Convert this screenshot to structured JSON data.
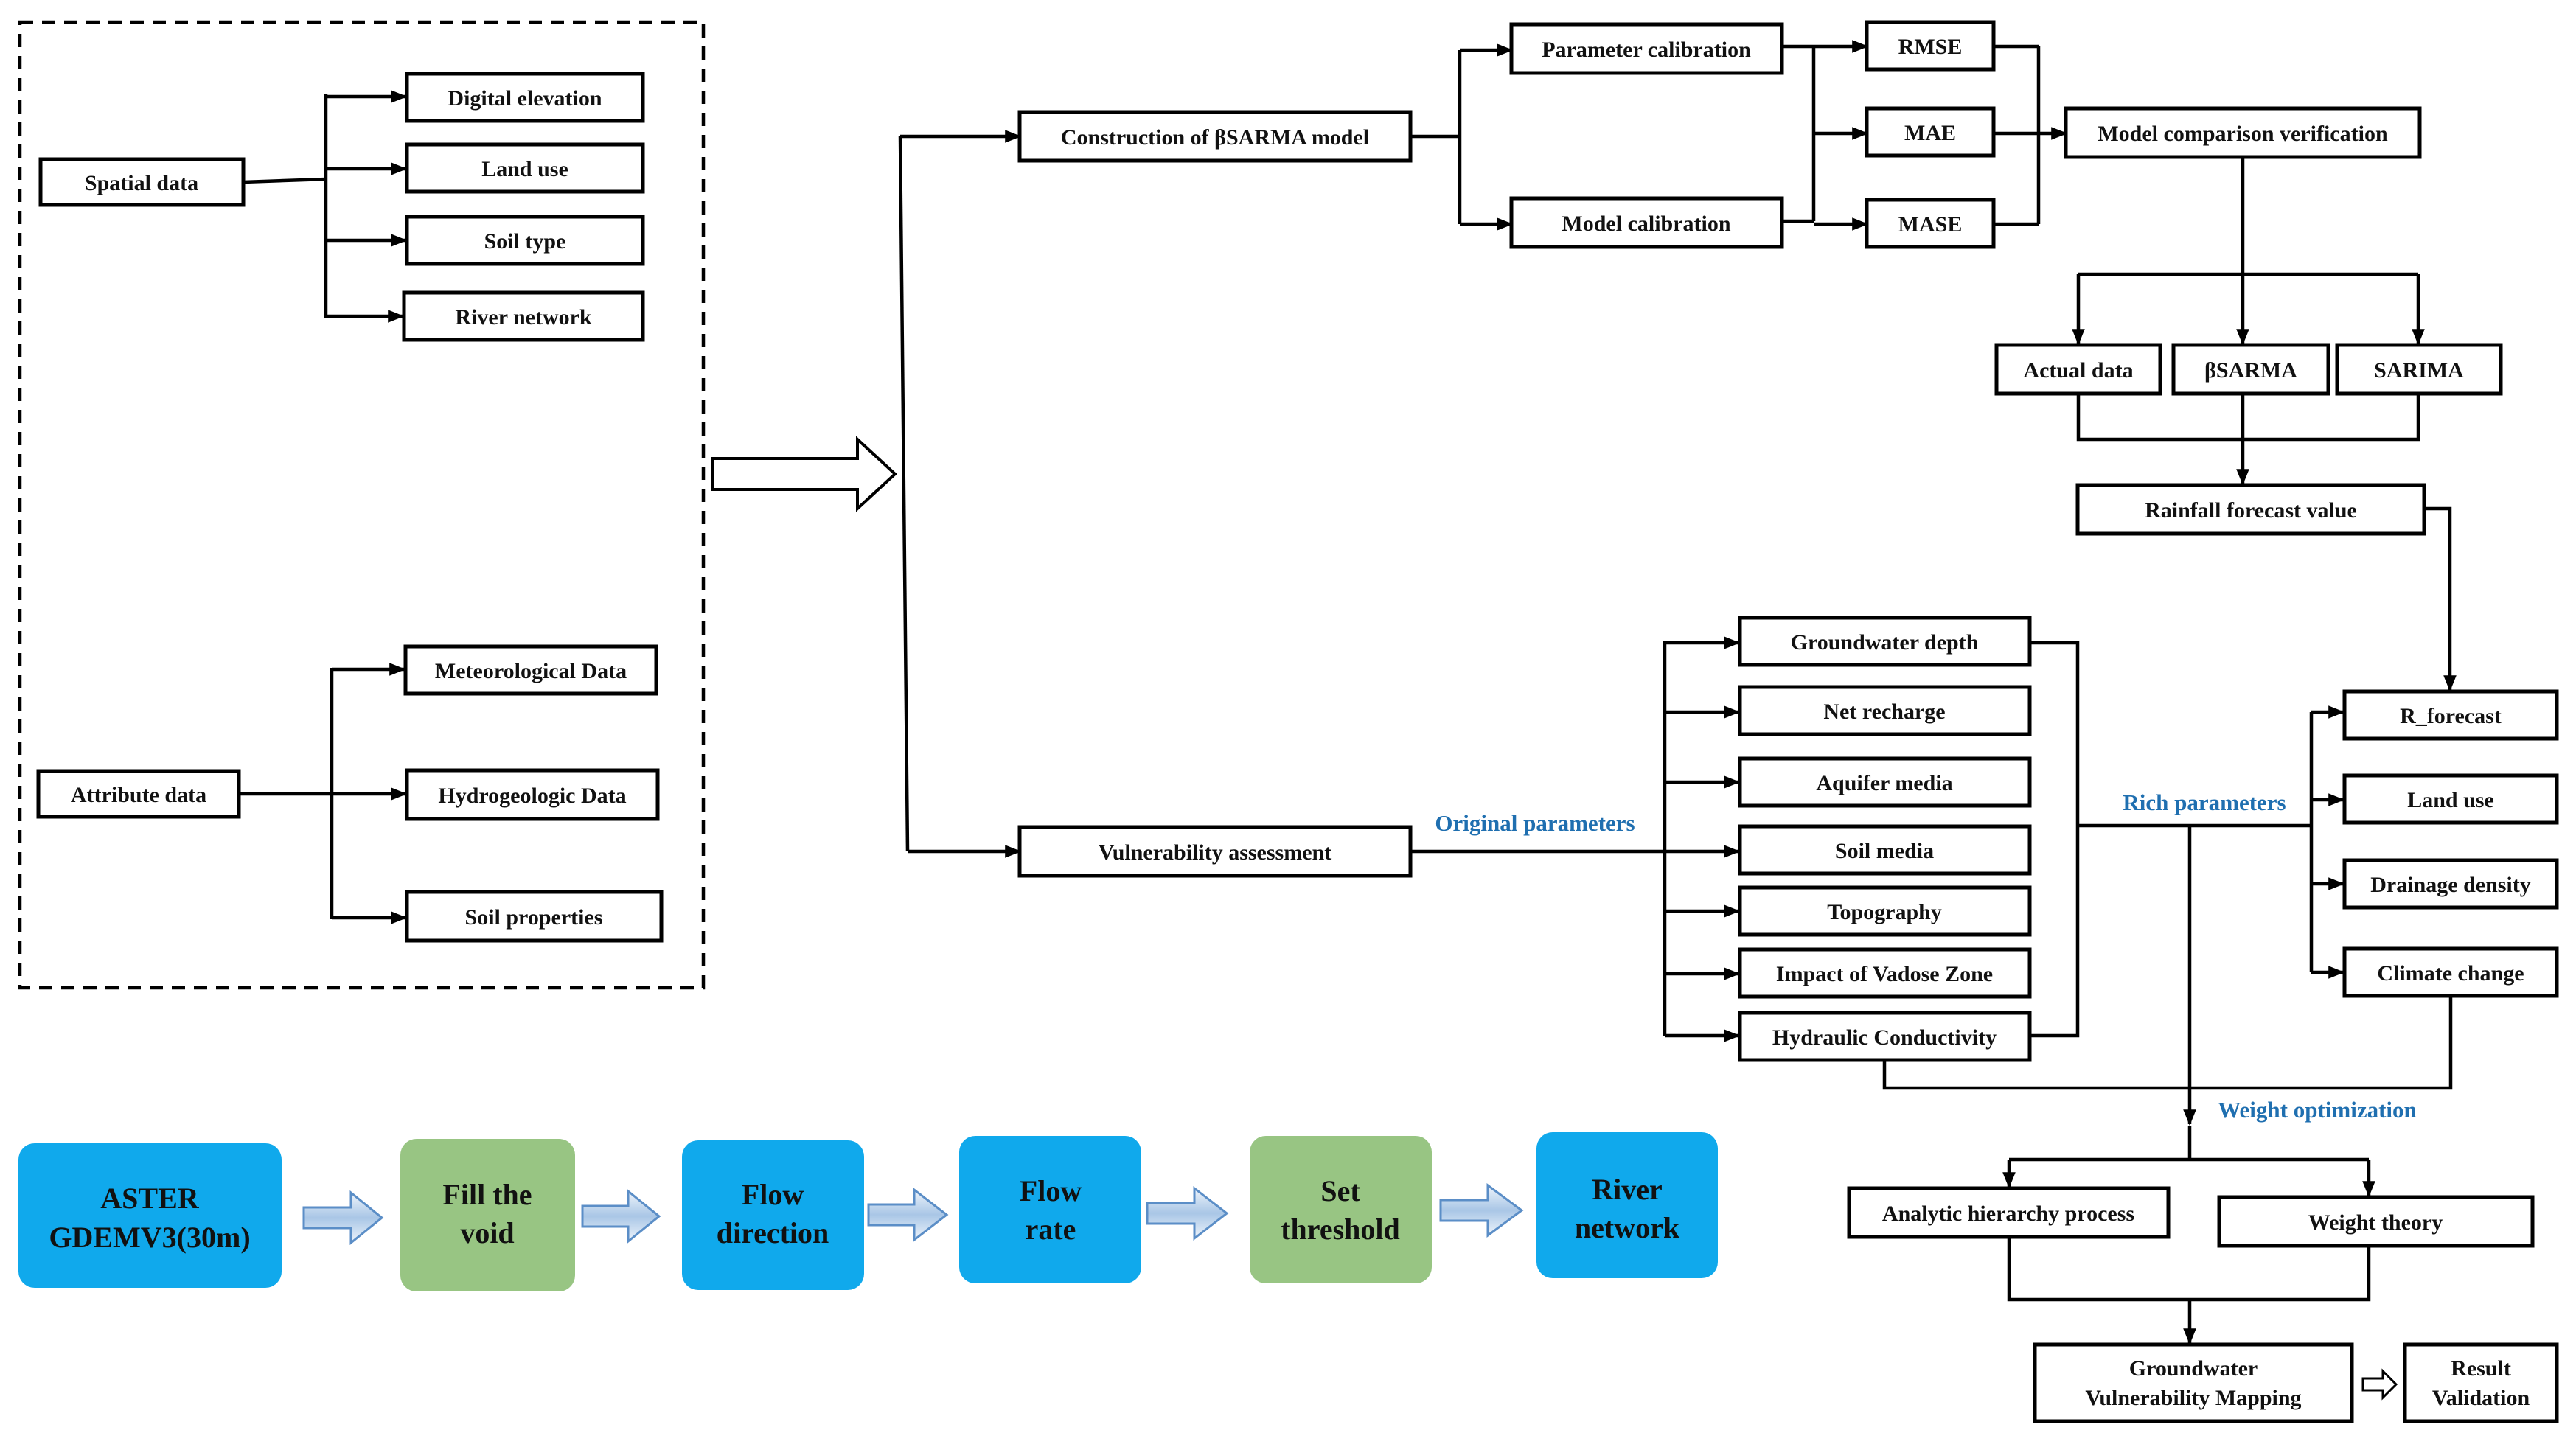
{
  "spatial": {
    "label": "Spatial data",
    "items": [
      "Digital elevation",
      "Land use",
      "Soil type",
      "River network"
    ]
  },
  "attribute": {
    "label": "Attribute data",
    "items": [
      "Meteorological Data",
      "Hydrogeologic Data",
      "Soil properties"
    ]
  },
  "model": {
    "construction": "Construction of βSARMA model",
    "param_calibration": "Parameter calibration",
    "model_calibration": "Model calibration",
    "rmse": "RMSE",
    "mae": "MAE",
    "mase": "MASE",
    "comparison": "Model comparison verification",
    "actual": "Actual data",
    "bsarma": "βSARMA",
    "sarima": "SARIMA",
    "forecast": "Rainfall forecast value"
  },
  "vulnerability": {
    "label": "Vulnerability assessment",
    "original_label": "Original parameters",
    "original_params": [
      "Groundwater depth",
      "Net recharge",
      "Aquifer media",
      "Soil media",
      "Topography",
      "Impact of Vadose Zone",
      "Hydraulic Conductivity"
    ],
    "rich_label": "Rich parameters",
    "rich_params": [
      "R_forecast",
      "Land use",
      "Drainage density",
      "Climate change"
    ],
    "weight_label": "Weight optimization",
    "ahp": "Analytic hierarchy process",
    "weight_theory": "Weight theory",
    "mapping_line1": "Groundwater",
    "mapping_line2": "Vulnerability Mapping",
    "result_line1": "Result",
    "result_line2": "Validation"
  },
  "pipeline": [
    {
      "line1": "ASTER",
      "line2": "GDEMV3(30m)",
      "color": "#10a9ec"
    },
    {
      "line1": "Fill the",
      "line2": "void",
      "color": "#98c583"
    },
    {
      "line1": "Flow",
      "line2": "direction",
      "color": "#10a9ec"
    },
    {
      "line1": "Flow",
      "line2": "rate",
      "color": "#10a9ec"
    },
    {
      "line1": "Set",
      "line2": "threshold",
      "color": "#98c583"
    },
    {
      "line1": "River",
      "line2": "network",
      "color": "#10a9ec"
    }
  ]
}
